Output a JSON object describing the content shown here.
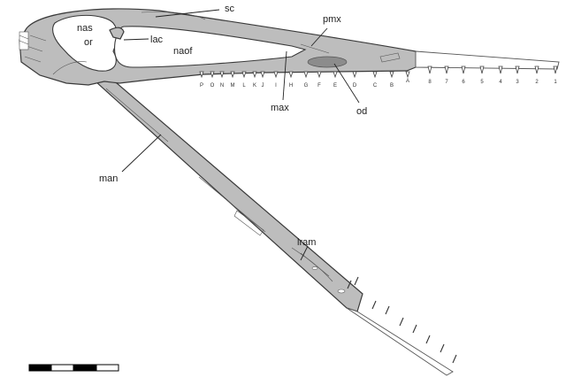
{
  "labels": {
    "sc": "sc",
    "nas": "nas",
    "or": "or",
    "lac": "lac",
    "naof": "naof",
    "pmx": "pmx",
    "max": "max",
    "od": "od",
    "man": "man",
    "lram": "lram"
  },
  "tooth_letters": [
    "P",
    "O",
    "N",
    "M",
    "L",
    "K",
    "J",
    "I",
    "H",
    "G",
    "F",
    "E",
    "D",
    "C",
    "B",
    "A"
  ],
  "tooth_numbers": [
    "8",
    "7",
    "6",
    "5",
    "4",
    "3",
    "2",
    "1"
  ],
  "colors": {
    "bone": "#bdbdbd",
    "odontoid": "#8c8c8c",
    "line": "#3a3a3a"
  },
  "scale_bar": {
    "segments": 4
  }
}
